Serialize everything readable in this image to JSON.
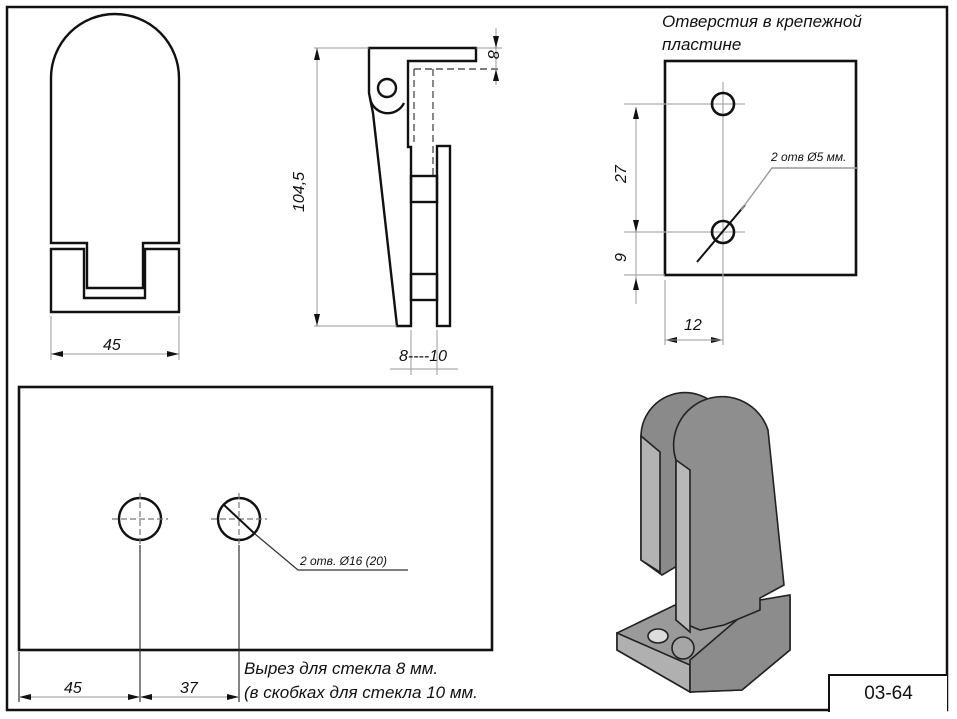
{
  "drawing": {
    "code": "03-64",
    "front_view": {
      "width_dim": "45"
    },
    "side_view": {
      "height_dim": "104,5",
      "top_dim": "8",
      "glass_dim": "8----10"
    },
    "plate_view": {
      "title_line1": "Отверстия в крепежной",
      "title_line2": "пластине",
      "vertical_dim_spacing": "27",
      "vertical_dim_edge": "9",
      "horizontal_dim": "12",
      "hole_note": "2 отв Ø5 мм."
    },
    "glass_cutout": {
      "dim_first": "45",
      "dim_second": "37",
      "hole_note": "2 отв. Ø16 (20)",
      "note_line1": "Вырез для стекла 8 мм.",
      "note_line2": "(в скобках для стекла 10 мм."
    },
    "colors": {
      "line": "#111111",
      "dim_line": "#999999",
      "render_body": "#8a8a8a"
    }
  }
}
